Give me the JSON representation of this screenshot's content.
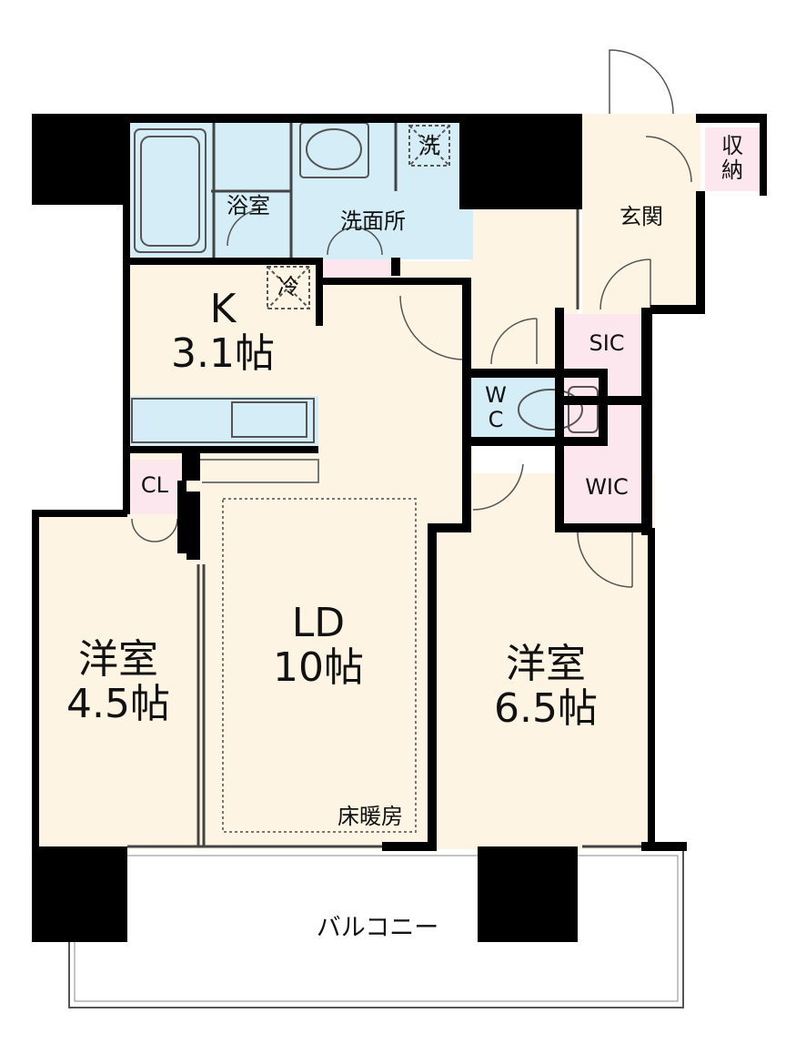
{
  "colors": {
    "wall": "#000000",
    "wet_area": "#d4edf7",
    "living_floor": "#fdf4e3",
    "closet_pink": "#fde7ee",
    "outline": "#555555"
  },
  "rooms": {
    "bath": "浴室",
    "washroom": "洗面所",
    "washer": "洗",
    "fridge": "冷",
    "kitchen": "K\n3.1帖",
    "entrance": "玄関",
    "storage": "収\n納",
    "sic": "SIC",
    "wc": "W\nC",
    "wic": "WIC",
    "cl": "CL",
    "ld": "LD\n10帖",
    "floor_heating": "床暖房",
    "western_left": "洋室\n4.5帖",
    "western_right": "洋室\n6.5帖",
    "balcony": "バルコニー"
  }
}
